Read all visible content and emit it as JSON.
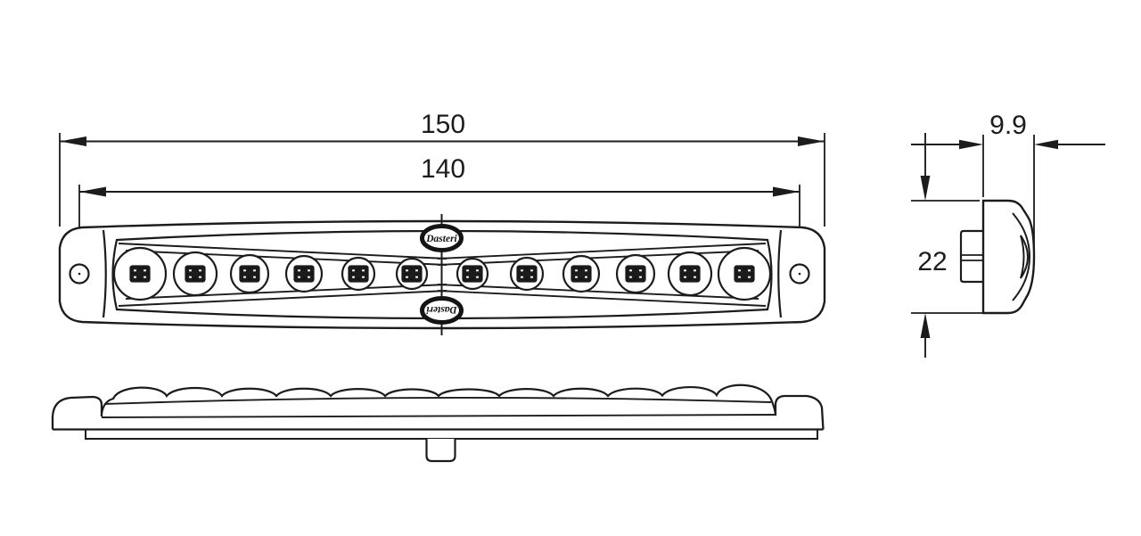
{
  "brand_logo": {
    "text": "Dasteri"
  },
  "dimensions": {
    "overall_length": "150",
    "mounting_distance": "140",
    "depth": "9.9",
    "height": "22"
  },
  "front_view": {
    "led_count": 12,
    "mounting_hole_count": 2
  }
}
